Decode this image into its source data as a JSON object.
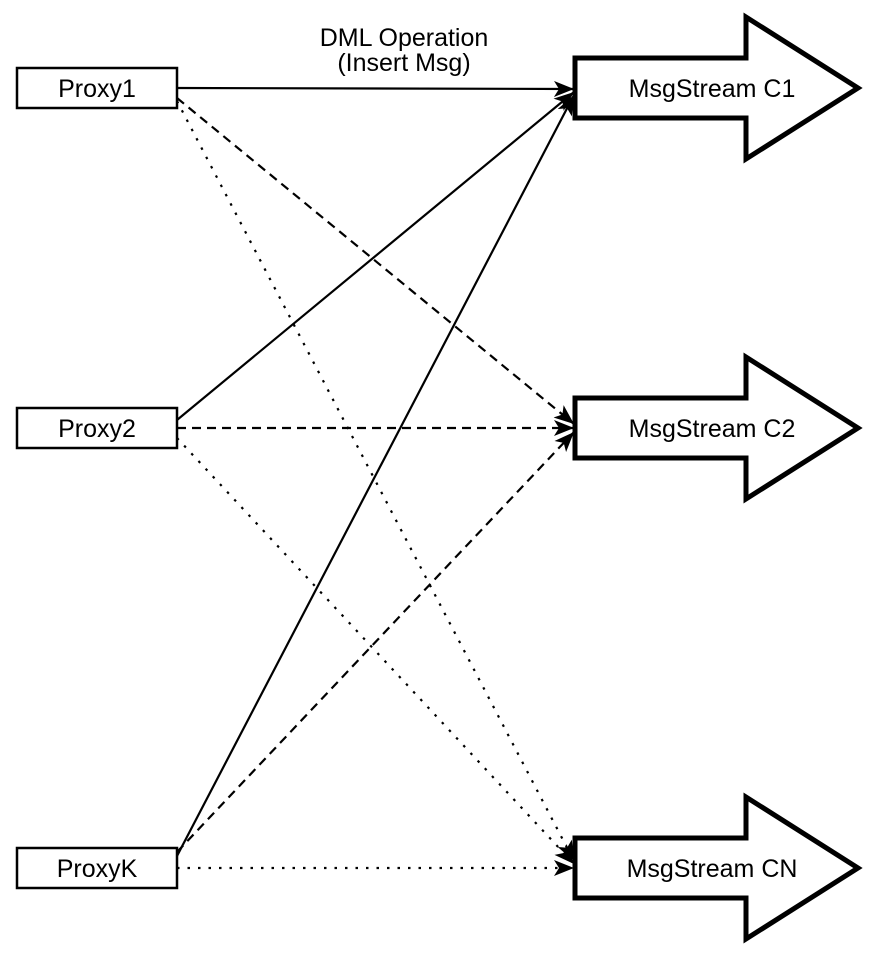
{
  "diagram": {
    "title_label": {
      "line1": "DML Operation",
      "line2": "(Insert Msg)"
    },
    "proxies": [
      {
        "label": "Proxy1"
      },
      {
        "label": "Proxy2"
      },
      {
        "label": "ProxyK"
      }
    ],
    "streams": [
      {
        "label": "MsgStream C1"
      },
      {
        "label": "MsgStream C2"
      },
      {
        "label": "MsgStream CN"
      }
    ],
    "connections": [
      {
        "from": "Proxy1",
        "to": "MsgStream C1",
        "style": "solid"
      },
      {
        "from": "Proxy2",
        "to": "MsgStream C1",
        "style": "solid"
      },
      {
        "from": "ProxyK",
        "to": "MsgStream C1",
        "style": "solid"
      },
      {
        "from": "Proxy1",
        "to": "MsgStream C2",
        "style": "dashed"
      },
      {
        "from": "Proxy2",
        "to": "MsgStream C2",
        "style": "dashed"
      },
      {
        "from": "ProxyK",
        "to": "MsgStream C2",
        "style": "dashed"
      },
      {
        "from": "Proxy1",
        "to": "MsgStream CN",
        "style": "dotted"
      },
      {
        "from": "Proxy2",
        "to": "MsgStream CN",
        "style": "dotted"
      },
      {
        "from": "ProxyK",
        "to": "MsgStream CN",
        "style": "dotted"
      }
    ],
    "colors": {
      "stroke": "#000000",
      "fill": "#ffffff",
      "background": "#ffffff"
    }
  }
}
